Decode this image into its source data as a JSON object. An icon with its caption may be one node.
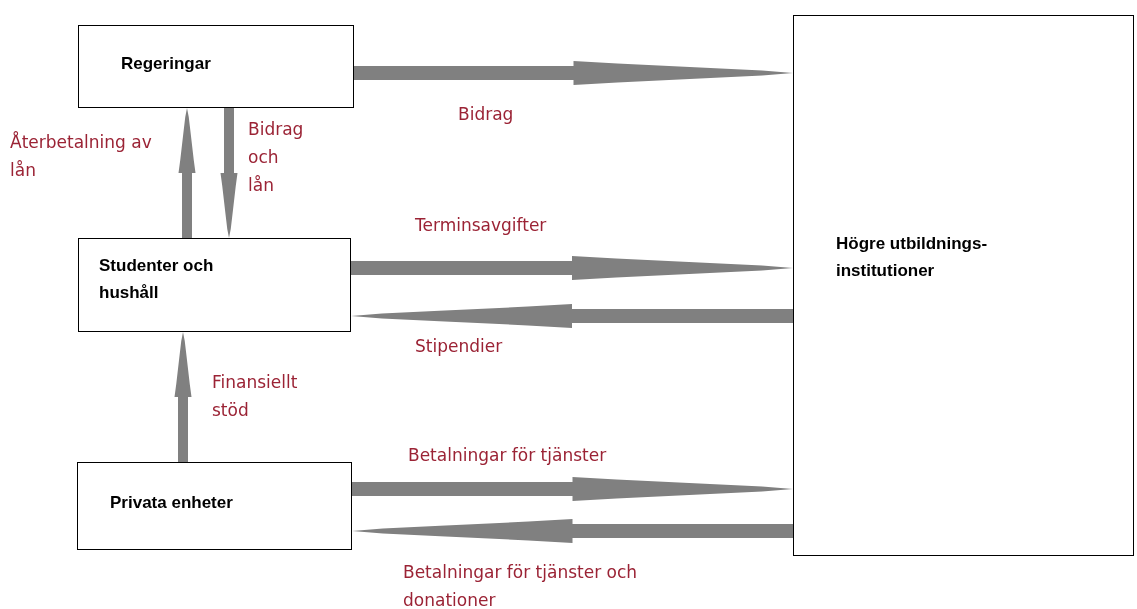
{
  "diagram": {
    "nodes": [
      {
        "text": [
          "Regeringar"
        ]
      },
      {
        "text": [
          "Studenter och hushåll"
        ]
      },
      {
        "text": [
          "Privata enheter"
        ]
      },
      {
        "text": [
          "Högre utbildnings- institutioner"
        ]
      }
    ],
    "edges": [
      {
        "from": 0,
        "to": 3,
        "arrow": "to",
        "label": "Bidrag"
      },
      {
        "from": 1,
        "to": 0,
        "arrow": "to",
        "label": "Återbetalning av lån"
      },
      {
        "from": 0,
        "to": 1,
        "arrow": "to",
        "label": "Bidrag och lån"
      },
      {
        "from": 1,
        "to": 3,
        "arrow": "to",
        "label": "Terminsavgifter"
      },
      {
        "from": 3,
        "to": 1,
        "arrow": "to",
        "label": "Stipendier"
      },
      {
        "from": 2,
        "to": 1,
        "arrow": "to",
        "label": "Finansiellt stöd"
      },
      {
        "from": 2,
        "to": 3,
        "arrow": "to",
        "label": "Betalningar för tjänster"
      },
      {
        "from": 3,
        "to": 2,
        "arrow": "to",
        "label": "Betalningar för tjänster och donationer"
      }
    ]
  }
}
